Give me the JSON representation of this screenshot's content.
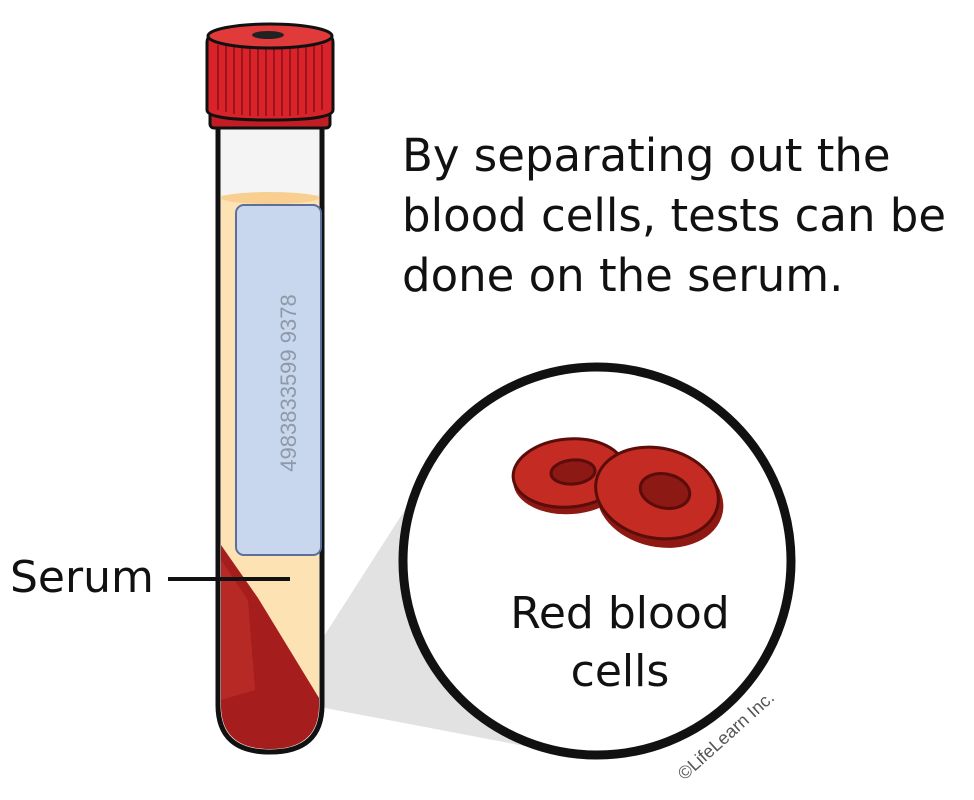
{
  "caption": {
    "line1": "By separating out the",
    "line2": "blood cells, tests can be",
    "line3": "done on the serum."
  },
  "labels": {
    "serum": "Serum",
    "red_blood_cells_line1": "Red blood",
    "red_blood_cells_line2": "cells"
  },
  "tube_label_number": "4983833599 9378",
  "copyright": "©LifeLearn Inc.",
  "colors": {
    "cap_red": "#d8232a",
    "serum": "#fde3b4",
    "blood": "#a51d1c",
    "label_blue": "#c9d7ee",
    "cell_red": "#c42b22"
  }
}
